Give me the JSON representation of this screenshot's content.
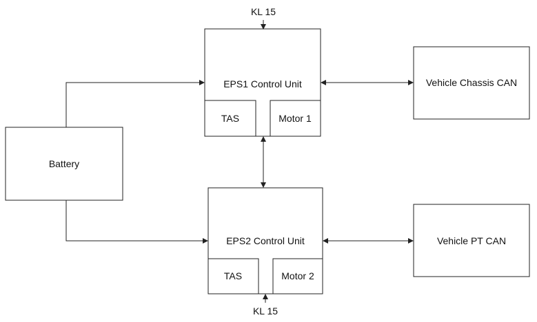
{
  "diagram": {
    "kl15_top": "KL 15",
    "kl15_bottom": "KL 15",
    "eps1": {
      "title": "EPS1 Control Unit",
      "tas": "TAS",
      "motor": "Motor 1"
    },
    "eps2": {
      "title": "EPS2 Control Unit",
      "tas": "TAS",
      "motor": "Motor 2"
    },
    "battery": "Battery",
    "chassis_can": "Vehicle Chassis CAN",
    "pt_can": "Vehicle PT CAN"
  },
  "colors": {
    "line": "#222222",
    "text": "#111111",
    "background": "#ffffff"
  }
}
